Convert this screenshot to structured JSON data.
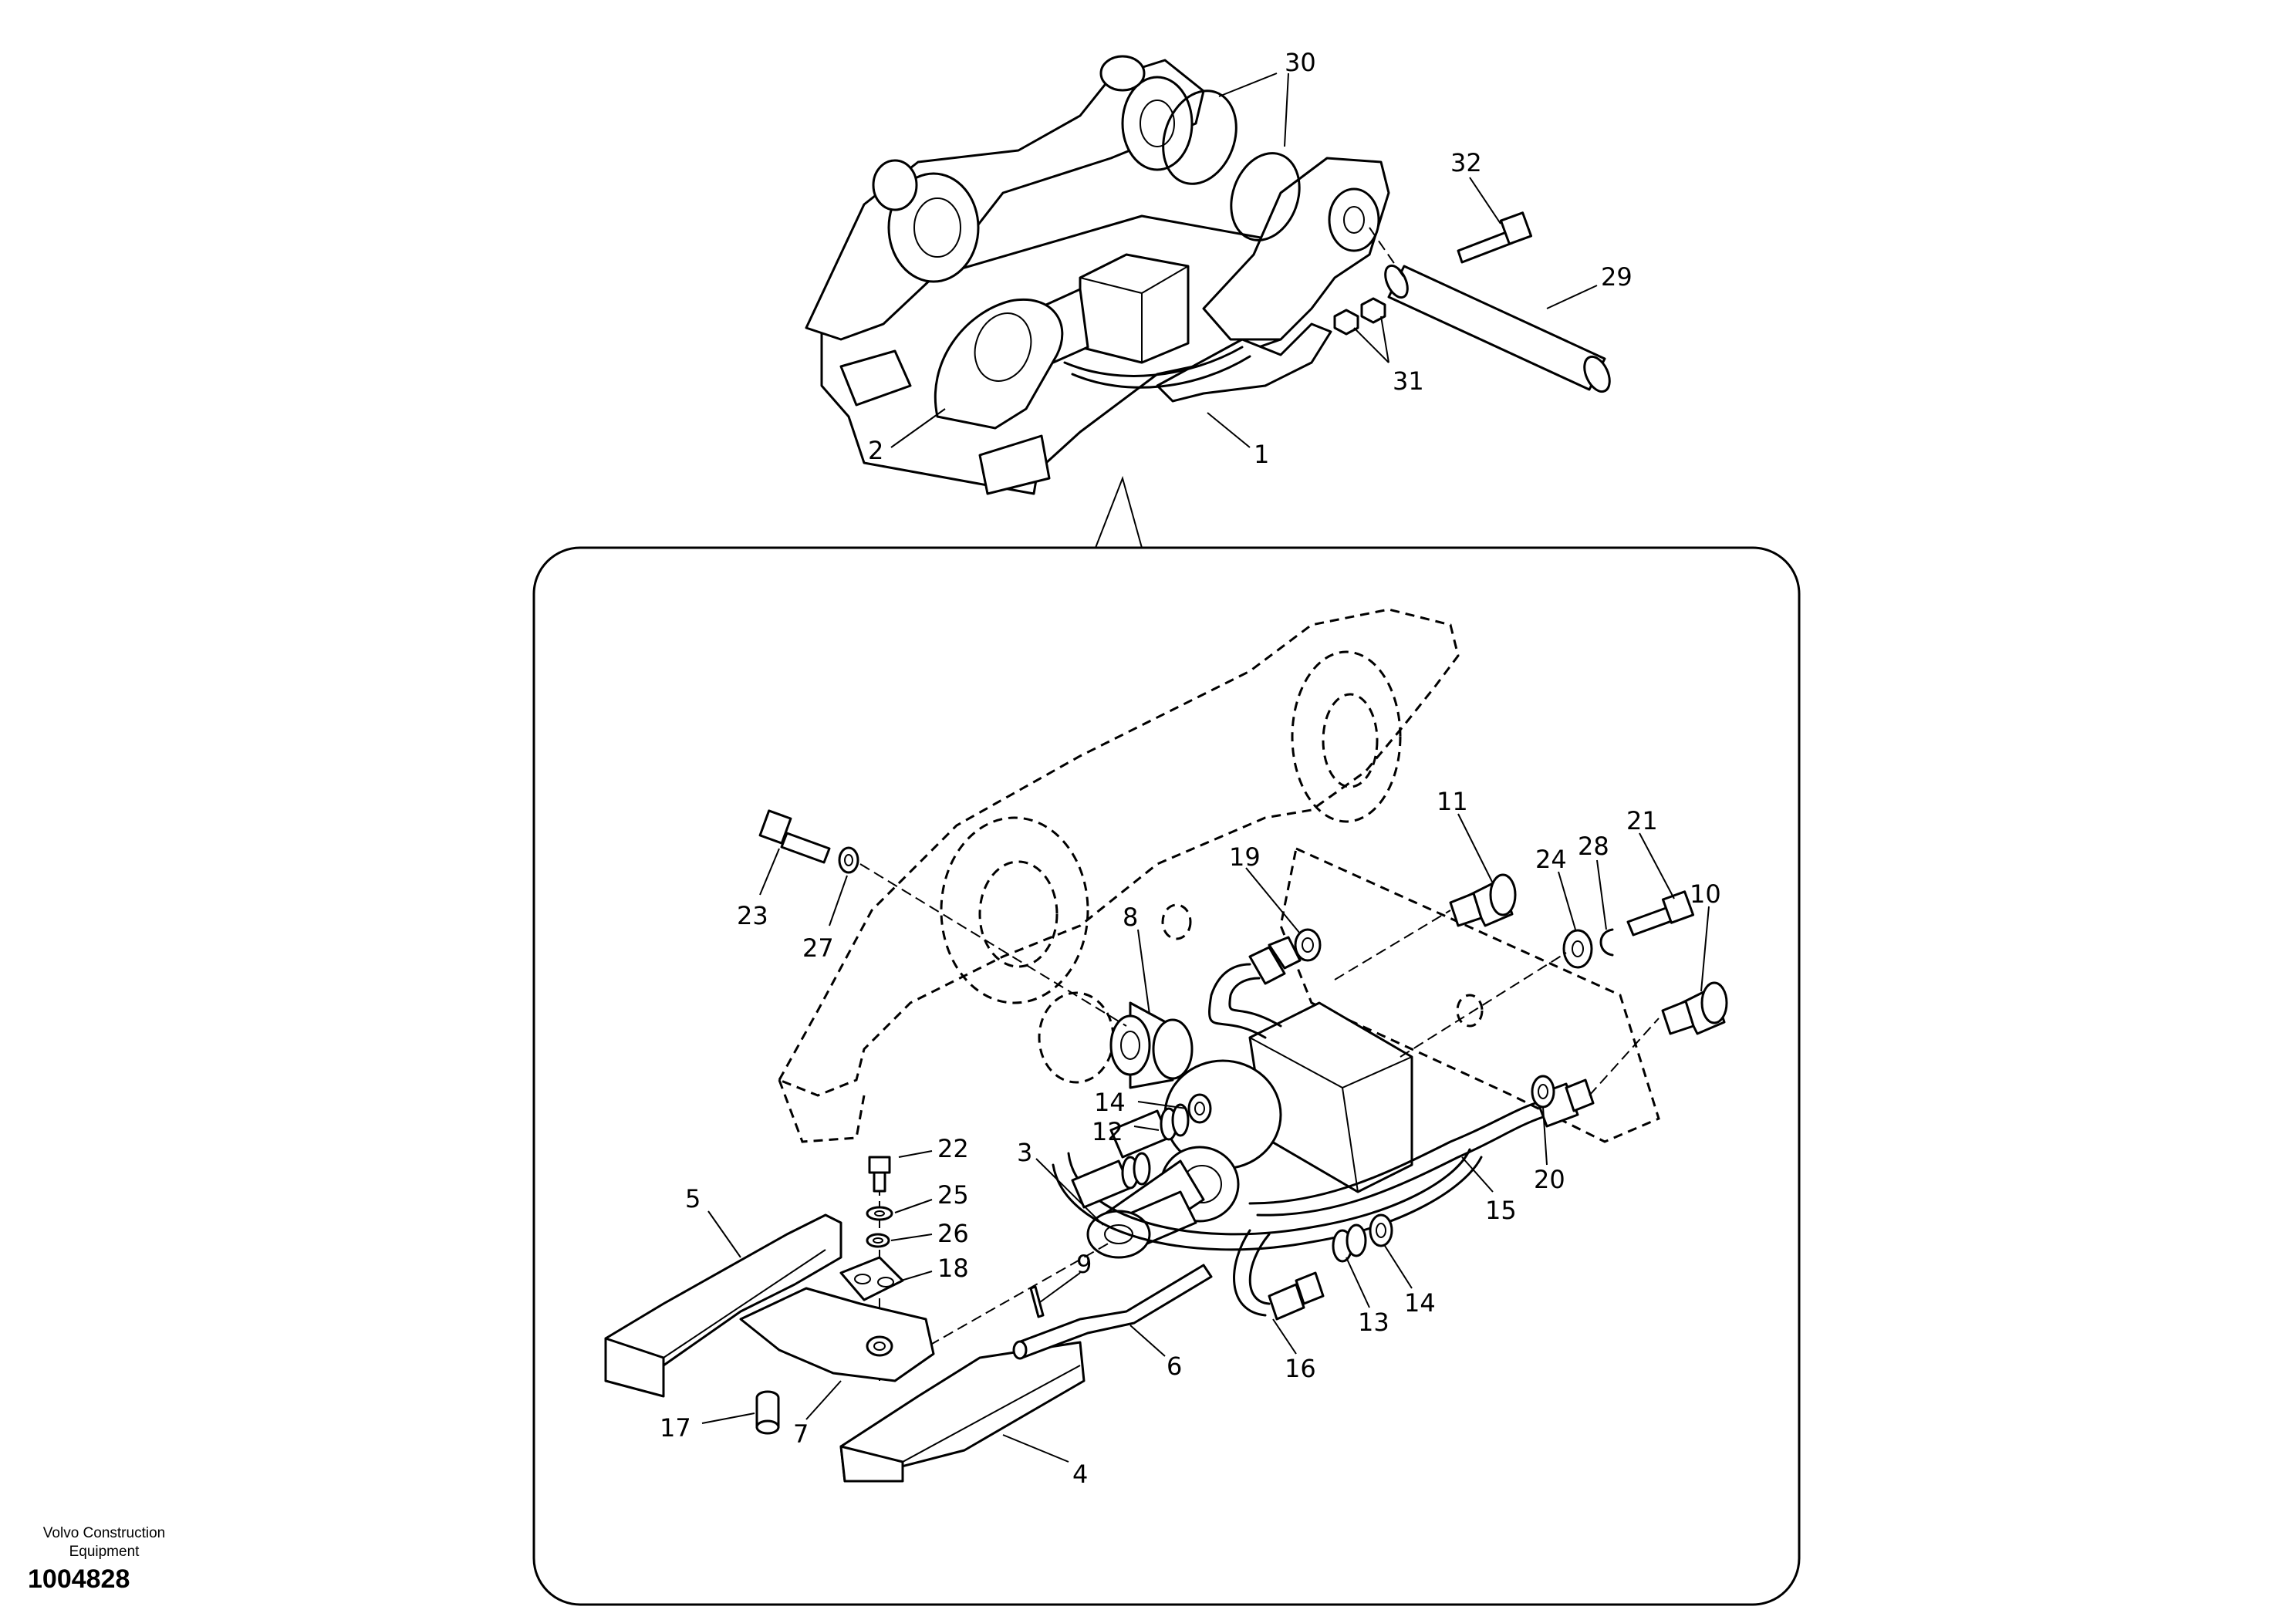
{
  "callouts": {
    "c1": "1",
    "c2": "2",
    "c3": "3",
    "c4": "4",
    "c5": "5",
    "c6": "6",
    "c7": "7",
    "c8": "8",
    "c9": "9",
    "c10": "10",
    "c11": "11",
    "c12": "12",
    "c13": "13",
    "c14a": "14",
    "c14b": "14",
    "c15": "15",
    "c16": "16",
    "c17": "17",
    "c18": "18",
    "c19": "19",
    "c20": "20",
    "c21": "21",
    "c22": "22",
    "c23": "23",
    "c24": "24",
    "c25": "25",
    "c26": "26",
    "c27": "27",
    "c28": "28",
    "c29": "29",
    "c30": "30",
    "c31": "31",
    "c32": "32"
  },
  "footer": {
    "brand_line1": "Volvo Construction",
    "brand_line2": "Equipment",
    "document_number": "1004828"
  }
}
